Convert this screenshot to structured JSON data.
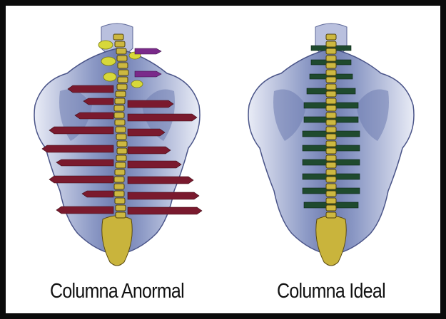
{
  "panels": [
    {
      "caption": "Columna Anormal",
      "illustration": "back-with-misaligned-spine-and-nerve-arrows",
      "colors": {
        "skin": "#7f8fbe",
        "bone": "#c9b43c",
        "nerve": "#7a1a2e",
        "cervical_highlight": "#d7d83a",
        "cervical_nerve": "#7a2a8a"
      }
    },
    {
      "caption": "Columna Ideal",
      "illustration": "back-with-aligned-spine-and-nerve-bars",
      "colors": {
        "skin": "#7f8fbe",
        "bone": "#c9b43c",
        "nerve": "#1f4a2e"
      }
    }
  ]
}
